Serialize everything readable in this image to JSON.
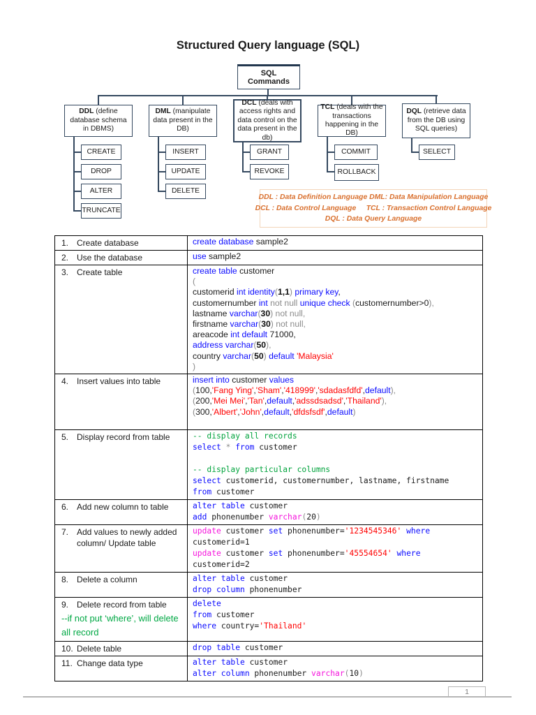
{
  "page": {
    "title": "Structured Query language (SQL)",
    "page_number": "1"
  },
  "colors": {
    "keyword": "#0a0aff",
    "string": "#ff0000",
    "comment": "#00a33c",
    "note_green": "#00a844",
    "magenta": "#f513dc",
    "gray": "#8a8a8a",
    "diagram_border": "#33475e",
    "legend_text": "#d9702e"
  },
  "diagram": {
    "root": "SQL Commands",
    "categories": [
      {
        "abbr": "DDL",
        "desc": " (define database schema in DBMS)",
        "children": [
          "CREATE",
          "DROP",
          "ALTER",
          "TRUNCATE"
        ]
      },
      {
        "abbr": "DML",
        "desc": " (manipulate data present in the DB)",
        "children": [
          "INSERT",
          "UPDATE",
          "DELETE"
        ]
      },
      {
        "abbr": "DCL",
        "desc": " (deals with access rights and data control on the data present in the db)",
        "children": [
          "GRANT",
          "REVOKE"
        ]
      },
      {
        "abbr": "TCL",
        "desc": " (deals with the transactions happening in the DB)",
        "children": [
          "COMMIT",
          "ROLLBACK"
        ]
      },
      {
        "abbr": "DQL",
        "desc": " (retrieve data from the DB using SQL queries)",
        "children": [
          "SELECT"
        ]
      }
    ],
    "legend_lines": [
      "DDL : Data Definition Language DML: Data Manipulation Language",
      "DCL : Data Control Language     TCL : Transaction Control Language",
      "DQL : Data Query Language"
    ]
  },
  "table": {
    "rows": [
      {
        "num": "1.",
        "label": "Create database",
        "font": "sans",
        "code": [
          [
            {
              "c": "kw",
              "t": "create database "
            },
            {
              "c": "id",
              "t": "sample2"
            }
          ]
        ]
      },
      {
        "num": "2.",
        "label": "Use the database",
        "font": "sans",
        "code": [
          [
            {
              "c": "kw",
              "t": "use "
            },
            {
              "c": "id",
              "t": "sample2"
            }
          ]
        ]
      },
      {
        "num": "3.",
        "label": "Create table",
        "font": "sans",
        "code": [
          [
            {
              "c": "kw",
              "t": "create table "
            },
            {
              "c": "id",
              "t": "customer"
            }
          ],
          [
            {
              "c": "gr",
              "t": "("
            }
          ],
          [
            {
              "c": "id",
              "t": "customerid "
            },
            {
              "c": "kw",
              "t": "int identity"
            },
            {
              "c": "gr",
              "t": "("
            },
            {
              "c": "num",
              "t": "1,1"
            },
            {
              "c": "gr",
              "t": ") "
            },
            {
              "c": "kw",
              "t": "primary key"
            },
            {
              "c": "id",
              "t": ","
            }
          ],
          [
            {
              "c": "id",
              "t": "customernumber "
            },
            {
              "c": "kw",
              "t": "int "
            },
            {
              "c": "gr",
              "t": "not null "
            },
            {
              "c": "kw",
              "t": "unique check "
            },
            {
              "c": "gr",
              "t": "("
            },
            {
              "c": "id",
              "t": "customernumber>0"
            },
            {
              "c": "gr",
              "t": "),"
            }
          ],
          [
            {
              "c": "id",
              "t": "lastname "
            },
            {
              "c": "kw",
              "t": "varchar"
            },
            {
              "c": "gr",
              "t": "("
            },
            {
              "c": "num",
              "t": "30"
            },
            {
              "c": "gr",
              "t": ") not null,"
            }
          ],
          [
            {
              "c": "id",
              "t": "firstname "
            },
            {
              "c": "kw",
              "t": "varchar"
            },
            {
              "c": "gr",
              "t": "("
            },
            {
              "c": "num",
              "t": "30"
            },
            {
              "c": "gr",
              "t": ") not null,"
            }
          ],
          [
            {
              "c": "id",
              "t": "areacode "
            },
            {
              "c": "kw",
              "t": "int default "
            },
            {
              "c": "id",
              "t": "71000,"
            }
          ],
          [
            {
              "c": "kw",
              "t": "address varchar"
            },
            {
              "c": "gr",
              "t": "("
            },
            {
              "c": "num",
              "t": "50"
            },
            {
              "c": "gr",
              "t": "),"
            }
          ],
          [
            {
              "c": "id",
              "t": "country "
            },
            {
              "c": "kw",
              "t": "varchar"
            },
            {
              "c": "gr",
              "t": "("
            },
            {
              "c": "num",
              "t": "50"
            },
            {
              "c": "gr",
              "t": ") "
            },
            {
              "c": "kw",
              "t": "default "
            },
            {
              "c": "str",
              "t": "'Malaysia'"
            }
          ],
          [
            {
              "c": "gr",
              "t": ")"
            }
          ]
        ]
      },
      {
        "num": "4.",
        "label": "Insert values into table",
        "font": "sans",
        "code": [
          [
            {
              "c": "kw",
              "t": "insert into "
            },
            {
              "c": "id",
              "t": "customer "
            },
            {
              "c": "kw",
              "t": "values"
            }
          ],
          [
            {
              "c": "gr",
              "t": "("
            },
            {
              "c": "id",
              "t": "100,"
            },
            {
              "c": "str",
              "t": "'Fang Ying'"
            },
            {
              "c": "id",
              "t": ","
            },
            {
              "c": "str",
              "t": "'Sham'"
            },
            {
              "c": "id",
              "t": ","
            },
            {
              "c": "str",
              "t": "'418999'"
            },
            {
              "c": "id",
              "t": ","
            },
            {
              "c": "str",
              "t": "'sdadasfdfd'"
            },
            {
              "c": "id",
              "t": ","
            },
            {
              "c": "kw",
              "t": "default"
            },
            {
              "c": "gr",
              "t": "),"
            }
          ],
          [
            {
              "c": "gr",
              "t": "("
            },
            {
              "c": "id",
              "t": "200,"
            },
            {
              "c": "str",
              "t": "'Mei Mei'"
            },
            {
              "c": "id",
              "t": ","
            },
            {
              "c": "str",
              "t": "'Tan'"
            },
            {
              "c": "id",
              "t": ","
            },
            {
              "c": "kw",
              "t": "default"
            },
            {
              "c": "id",
              "t": ","
            },
            {
              "c": "str",
              "t": "'adssdsadsd'"
            },
            {
              "c": "id",
              "t": ","
            },
            {
              "c": "str",
              "t": "'Thailand'"
            },
            {
              "c": "gr",
              "t": "),"
            }
          ],
          [
            {
              "c": "gr",
              "t": "("
            },
            {
              "c": "id",
              "t": "300,"
            },
            {
              "c": "str",
              "t": "'Albert'"
            },
            {
              "c": "id",
              "t": ","
            },
            {
              "c": "str",
              "t": "'John'"
            },
            {
              "c": "id",
              "t": ","
            },
            {
              "c": "kw",
              "t": "default"
            },
            {
              "c": "id",
              "t": ","
            },
            {
              "c": "str",
              "t": "'dfdsfsdf'"
            },
            {
              "c": "id",
              "t": ","
            },
            {
              "c": "kw",
              "t": "default"
            },
            {
              "c": "gr",
              "t": ")"
            }
          ],
          []
        ]
      },
      {
        "num": "5.",
        "label": "Display record from table",
        "font": "mono",
        "code": [
          [
            {
              "c": "com",
              "t": "-- display all records"
            }
          ],
          [
            {
              "c": "kw",
              "t": "select "
            },
            {
              "c": "gr",
              "t": "* "
            },
            {
              "c": "kw",
              "t": "from "
            },
            {
              "c": "id",
              "t": "customer"
            }
          ],
          [],
          [
            {
              "c": "com",
              "t": "-- display particular columns"
            }
          ],
          [
            {
              "c": "kw",
              "t": "select "
            },
            {
              "c": "id",
              "t": "customerid, customernumber, lastname, firstname"
            }
          ],
          [
            {
              "c": "kw",
              "t": "from "
            },
            {
              "c": "id",
              "t": "customer"
            }
          ]
        ]
      },
      {
        "num": "6.",
        "label": "Add new column to table",
        "font": "mono",
        "code": [
          [
            {
              "c": "kw",
              "t": "alter table "
            },
            {
              "c": "id",
              "t": "customer"
            }
          ],
          [
            {
              "c": "kw",
              "t": "add "
            },
            {
              "c": "id",
              "t": "phonenumber "
            },
            {
              "c": "mag",
              "t": "varchar"
            },
            {
              "c": "gr",
              "t": "("
            },
            {
              "c": "id",
              "t": "20"
            },
            {
              "c": "gr",
              "t": ")"
            }
          ]
        ]
      },
      {
        "num": "7.",
        "label": "Add values to newly added column/ Update table",
        "font": "mono",
        "code": [
          [
            {
              "c": "mag",
              "t": "update "
            },
            {
              "c": "id",
              "t": "customer "
            },
            {
              "c": "kw",
              "t": "set "
            },
            {
              "c": "id",
              "t": "phonenumber="
            },
            {
              "c": "str",
              "t": "'1234545346'"
            },
            {
              "c": "id",
              "t": " "
            },
            {
              "c": "kw",
              "t": "where"
            }
          ],
          [
            {
              "c": "id",
              "t": "customerid=1"
            }
          ],
          [
            {
              "c": "mag",
              "t": "update "
            },
            {
              "c": "id",
              "t": "customer "
            },
            {
              "c": "kw",
              "t": "set "
            },
            {
              "c": "id",
              "t": "phonenumber="
            },
            {
              "c": "str",
              "t": "'45554654'"
            },
            {
              "c": "id",
              "t": " "
            },
            {
              "c": "kw",
              "t": "where"
            }
          ],
          [
            {
              "c": "id",
              "t": "customerid=2"
            }
          ]
        ]
      },
      {
        "num": "8.",
        "label": "Delete a column",
        "font": "mono",
        "code": [
          [
            {
              "c": "kw",
              "t": "alter table "
            },
            {
              "c": "id",
              "t": "customer"
            }
          ],
          [
            {
              "c": "kw",
              "t": "drop column "
            },
            {
              "c": "id",
              "t": "phonenumber"
            }
          ]
        ]
      },
      {
        "num": "9.",
        "label": "Delete record from table",
        "note": "--if not put ‘where’, will delete all record",
        "font": "mono",
        "code": [
          [
            {
              "c": "kw",
              "t": "delete"
            }
          ],
          [
            {
              "c": "kw",
              "t": "from "
            },
            {
              "c": "id",
              "t": "customer"
            }
          ],
          [
            {
              "c": "kw",
              "t": "where "
            },
            {
              "c": "id",
              "t": "country="
            },
            {
              "c": "str",
              "t": "'Thailand'"
            }
          ]
        ]
      },
      {
        "num": "10.",
        "label": "Delete table",
        "font": "mono",
        "code": [
          [
            {
              "c": "kw",
              "t": "drop table "
            },
            {
              "c": "id",
              "t": "customer"
            }
          ]
        ]
      },
      {
        "num": "11.",
        "label": "Change data type",
        "font": "mono",
        "code": [
          [
            {
              "c": "kw",
              "t": "alter table "
            },
            {
              "c": "id",
              "t": "customer"
            }
          ],
          [
            {
              "c": "kw",
              "t": "alter column "
            },
            {
              "c": "id",
              "t": "phonenumber "
            },
            {
              "c": "mag",
              "t": "varchar"
            },
            {
              "c": "gr",
              "t": "("
            },
            {
              "c": "id",
              "t": "10"
            },
            {
              "c": "gr",
              "t": ")"
            }
          ]
        ]
      }
    ]
  }
}
